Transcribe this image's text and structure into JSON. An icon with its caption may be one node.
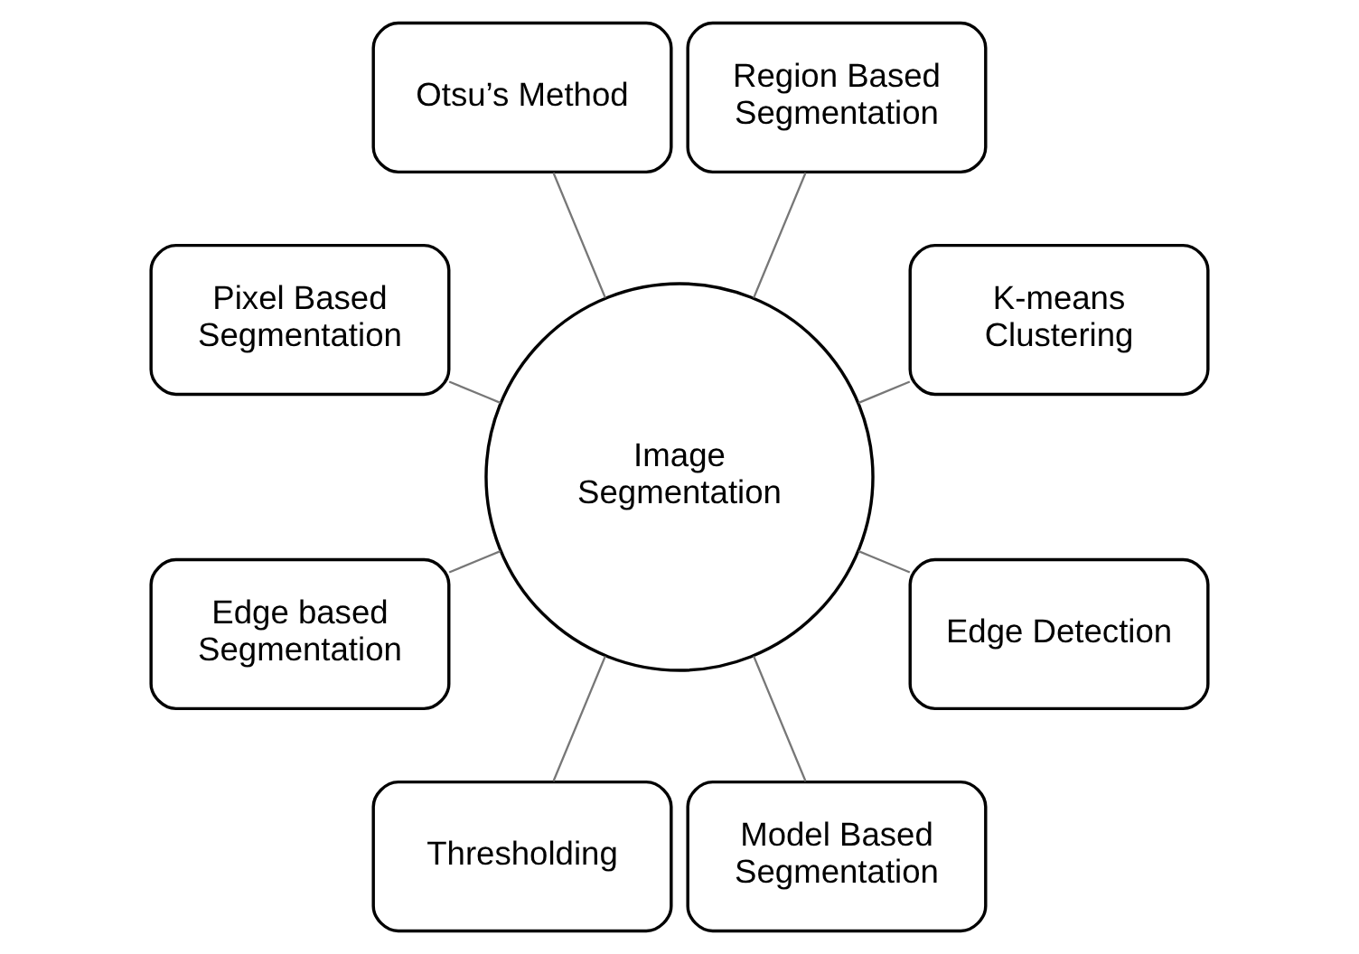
{
  "diagram": {
    "nodes": [
      {
        "text": [
          "K-means Clustering"
        ]
      },
      {
        "text": [
          "Region Based Segmentation"
        ]
      },
      {
        "text": [
          "Otsu’s Method"
        ]
      },
      {
        "text": [
          "Pixel Based Segmentation"
        ]
      },
      {
        "text": [
          "Image Segmentation"
        ]
      },
      {
        "text": [
          "Edge based Segmentation"
        ]
      },
      {
        "text": [
          "Thresholding"
        ]
      },
      {
        "text": [
          "Model Based Segmentation"
        ]
      },
      {
        "text": [
          "Edge Detection"
        ]
      }
    ],
    "edges": [
      {
        "from": 4,
        "to": 0,
        "arrow": "none"
      },
      {
        "from": 4,
        "to": 1,
        "arrow": "none"
      },
      {
        "from": 4,
        "to": 2,
        "arrow": "none"
      },
      {
        "from": 4,
        "to": 3,
        "arrow": "none"
      },
      {
        "from": 4,
        "to": 5,
        "arrow": "none"
      },
      {
        "from": 4,
        "to": 6,
        "arrow": "none"
      },
      {
        "from": 4,
        "to": 7,
        "arrow": "none"
      },
      {
        "from": 4,
        "to": 8,
        "arrow": "none"
      }
    ]
  }
}
